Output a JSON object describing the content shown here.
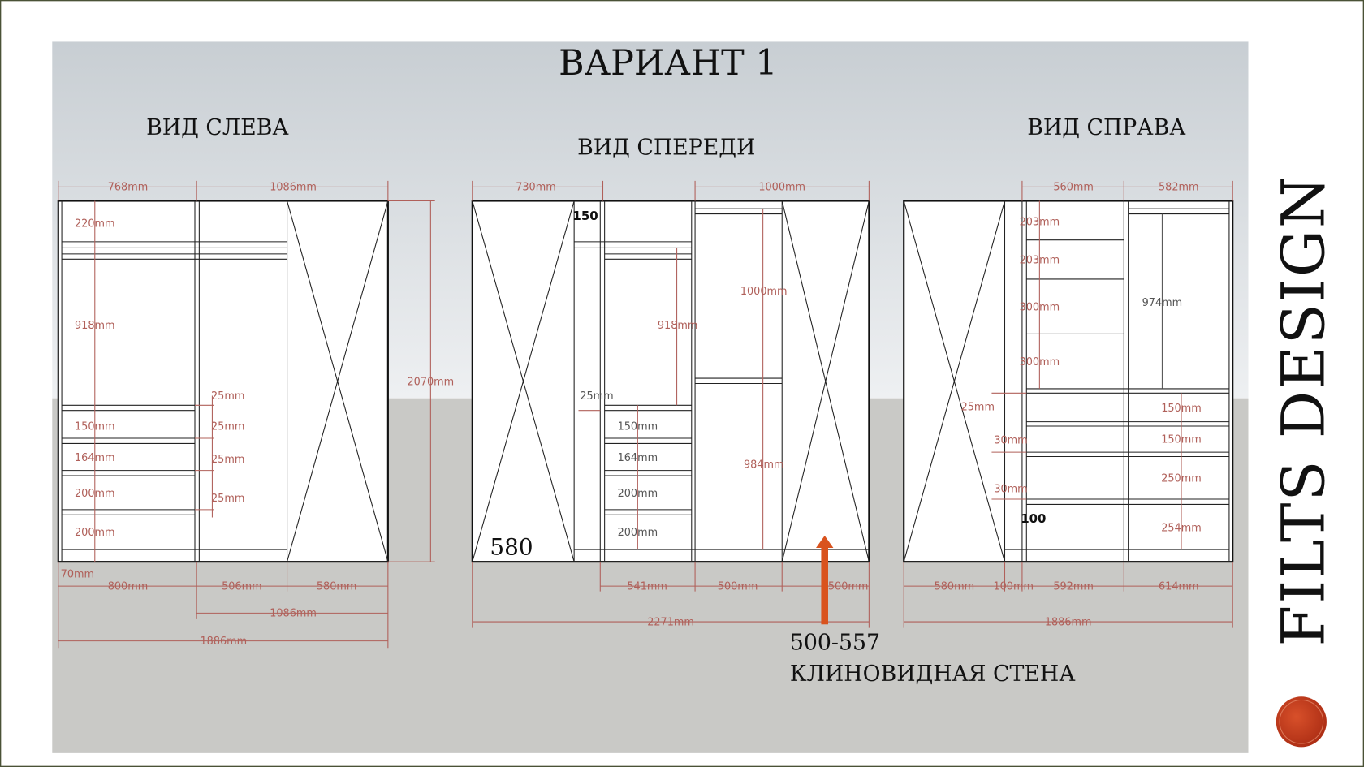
{
  "slide": {
    "title": "ВАРИАНТ 1",
    "brand": "FILTS DESIGN",
    "colors": {
      "dimension": "#b0605a",
      "arrow": "#d9531e",
      "logo": "#c9381a",
      "floor": "#c9c9c6",
      "wall_top": "#c8ced3"
    }
  },
  "left_view": {
    "heading": "ВИД СЛЕВА",
    "dims": [
      "768mm",
      "1086mm",
      "220mm",
      "918mm",
      "25mm",
      "25mm",
      "25mm",
      "25mm",
      "150mm",
      "164mm",
      "200mm",
      "200mm",
      "70mm",
      "800mm",
      "506mm",
      "580mm",
      "1086mm",
      "1886mm",
      "2070mm"
    ]
  },
  "front_view": {
    "heading": "ВИД СПЕРЕДИ",
    "dims": [
      "730mm",
      "1000mm",
      "918mm",
      "1000mm",
      "984mm",
      "25mm",
      "150mm",
      "164mm",
      "200mm",
      "200mm",
      "541mm",
      "500mm",
      "500mm",
      "2271mm"
    ],
    "marks": {
      "top": "150",
      "door": "580"
    },
    "note_value": "500-557",
    "note_text": "КЛИНОВИДНАЯ СТЕНА"
  },
  "right_view": {
    "heading": "ВИД СПРАВА",
    "dims": [
      "560mm",
      "582mm",
      "203mm",
      "203mm",
      "300mm",
      "300mm",
      "25mm",
      "30mm",
      "30mm",
      "974mm",
      "150mm",
      "150mm",
      "250mm",
      "254mm",
      "580mm",
      "100mm",
      "592mm",
      "614mm",
      "1886mm"
    ],
    "marks": {
      "strip": "100"
    }
  }
}
